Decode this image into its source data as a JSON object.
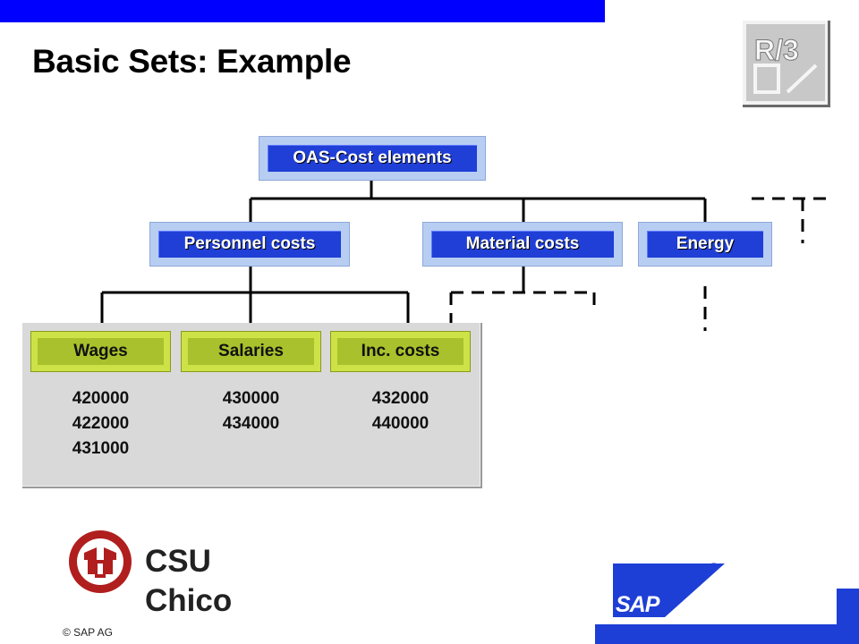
{
  "slide": {
    "title": "Basic Sets: Example",
    "badge": "R/3"
  },
  "hierarchy": {
    "root": "OAS-Cost elements",
    "level1": [
      "Personnel costs",
      "Material costs",
      "Energy"
    ]
  },
  "basic_sets": [
    {
      "name": "Wages",
      "values": [
        "420000",
        "422000",
        "431000"
      ]
    },
    {
      "name": "Salaries",
      "values": [
        "430000",
        "434000"
      ]
    },
    {
      "name": "Inc. costs",
      "values": [
        "432000",
        "440000"
      ]
    }
  ],
  "footer": {
    "csu_line1": "CSU",
    "csu_line2": "Chico",
    "copyright": "© SAP AG",
    "sap_logo_text": "SAP",
    "registered": "®"
  },
  "colors": {
    "top_bar": "#0000ff",
    "node_blue": "#1f3fd6",
    "set_green": "#a8c12c",
    "logo_red": "#b01e1e"
  }
}
